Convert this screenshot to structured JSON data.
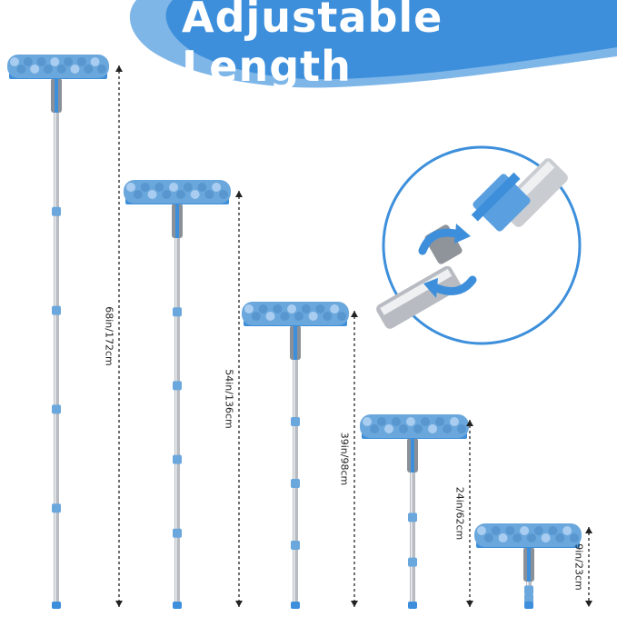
{
  "title": "Adjustable Length",
  "colors": {
    "accent": "#3d8fdb",
    "accent_light": "#7fb6e8",
    "mop_blue": "#6aa7dc",
    "pole_silver": "#b8bcc2"
  },
  "mops": [
    {
      "label": "68in/172cm"
    },
    {
      "label": "54in/136cm"
    },
    {
      "label": "39in/98cm"
    },
    {
      "label": "24in/62cm"
    },
    {
      "label": "9in/23cm"
    }
  ],
  "inset": {
    "icon": "twist-lock-detail"
  }
}
